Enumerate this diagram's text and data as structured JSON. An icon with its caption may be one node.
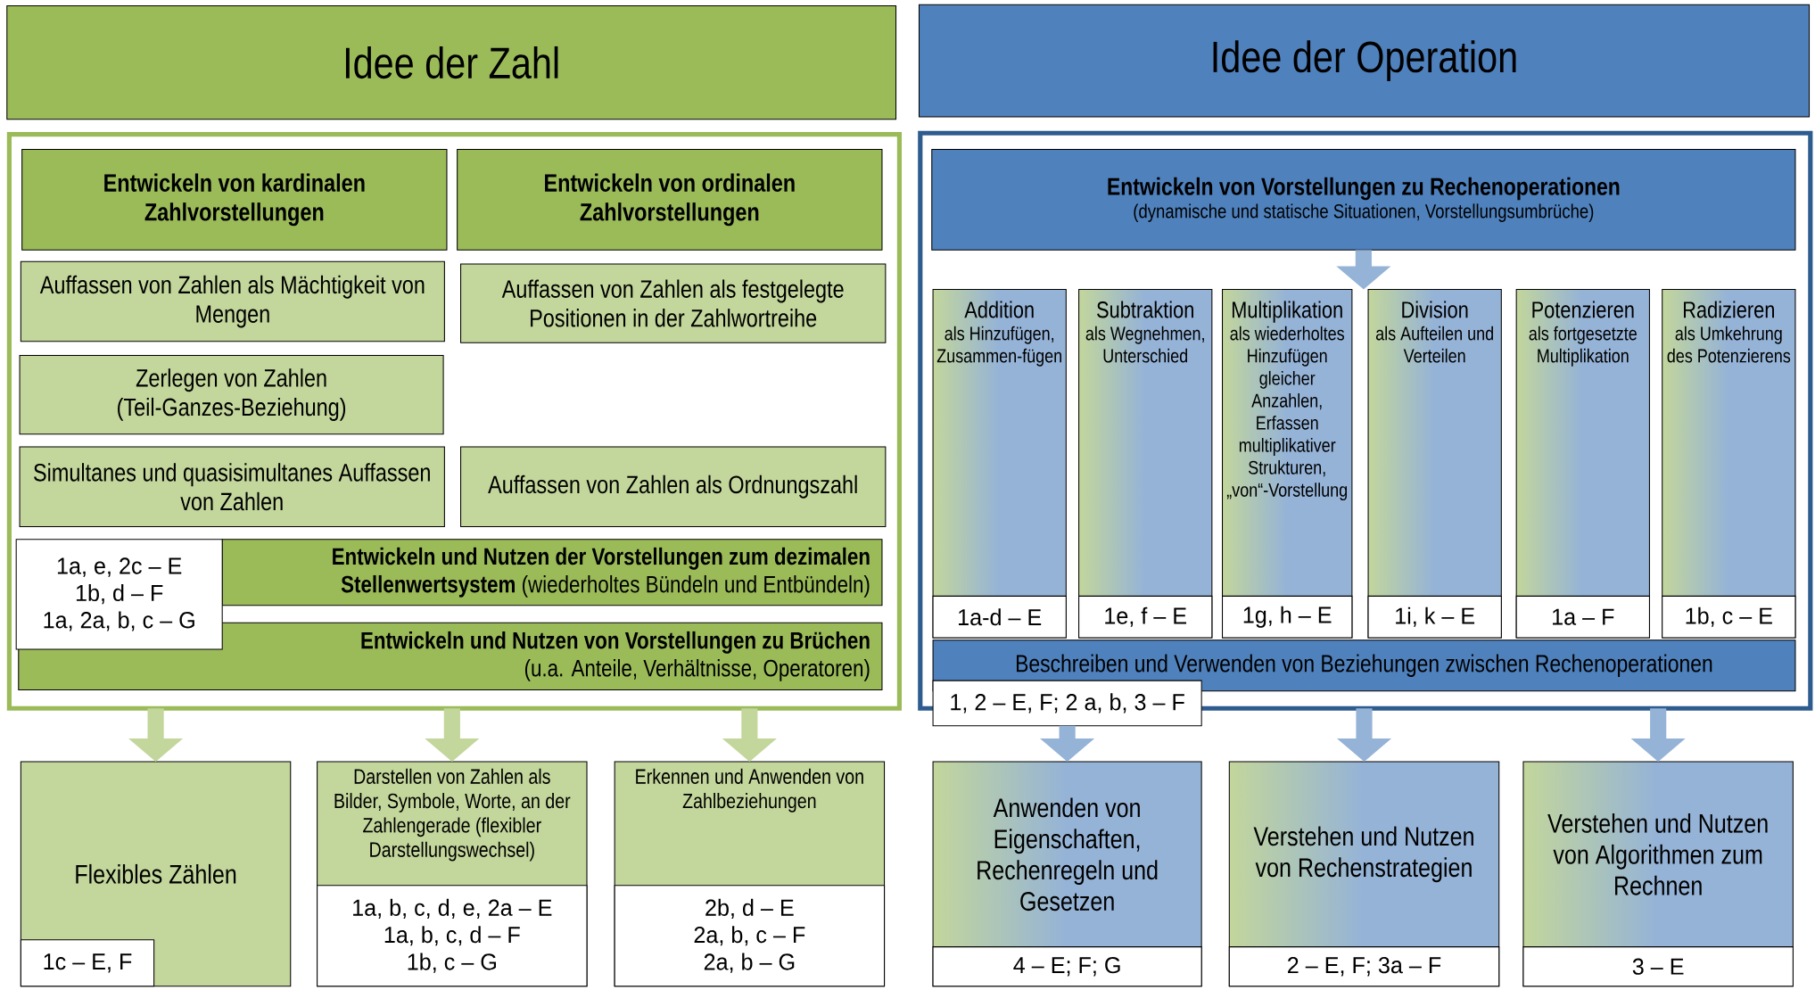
{
  "diagram": {
    "nodes": [
      {
        "text": [
          "Idee der Zahl"
        ]
      },
      {
        "text": [
          "Idee der Operation"
        ]
      },
      {
        "text": [],
        "shape": "box"
      },
      {
        "text": [
          "Entwickeln von kardinalen Zahlvorstellungen"
        ],
        "in": 2
      },
      {
        "text": [
          "Entwickeln von ordinalen Zahlvorstellungen"
        ],
        "in": 2
      },
      {
        "text": [
          "Auffassen von Zahlen als Mächtigkeit von Mengen"
        ],
        "in": 2
      },
      {
        "text": [
          "Auffassen von Zahlen als festgelegte Positionen in der Zahlwortreihe"
        ],
        "in": 2
      },
      {
        "text": [
          "Zerlegen von Zahlen (Teil-Ganzes-Beziehung)"
        ],
        "in": 2
      },
      {
        "text": [
          "Simultanes und quasisimultanes Auffassen von Zahlen"
        ],
        "in": 2
      },
      {
        "text": [
          "Auffassen von Zahlen als Ordnungszahl"
        ],
        "in": 2
      },
      {
        "text": [
          "**Entwickeln und Nutzen der Vorstellungen zum dezimalen Stellenwertsystem** (wiederholtes Bündeln und Entbündeln)"
        ],
        "in": 2
      },
      {
        "text": [
          "Entwickeln und Nutzen von Vorstellungen zu Brüchen",
          "(u.a. Anteile, Verhältnisse, Operatoren)"
        ],
        "in": 2
      },
      {
        "text": [
          "1a, e, 2c – E",
          "1b, d – F",
          "1a, 2a, b, c – G"
        ],
        "in": 2
      },
      {
        "text": [],
        "shape": "box"
      },
      {
        "text": [
          "Entwickeln von Vorstellungen zu Rechenoperationen",
          "(dynamische und statische Situationen, Vorstellungsumbrüche)"
        ],
        "in": 13
      },
      {
        "text": [
          "Addition",
          "als Hinzufügen, Zusammen-fügen"
        ],
        "in": 13
      },
      {
        "text": [
          "1a-d – E"
        ],
        "in": 15
      },
      {
        "text": [
          "Subtraktion",
          "als Wegnehmen, Unterschied"
        ],
        "in": 13
      },
      {
        "text": [
          "1e, f – E"
        ],
        "in": 17
      },
      {
        "text": [
          "Multiplikation",
          "als wiederholtes Hinzufügen gleicher Anzahlen, Erfassen multiplikativer Strukturen, „von“-Vorstellung"
        ],
        "in": 13
      },
      {
        "text": [
          "1g, h – E"
        ],
        "in": 19
      },
      {
        "text": [
          "Division",
          "als Aufteilen und Verteilen"
        ],
        "in": 13
      },
      {
        "text": [
          "1i, k – E"
        ],
        "in": 21
      },
      {
        "text": [
          "Potenzieren",
          "als fortgesetzte Multiplikation"
        ],
        "in": 13
      },
      {
        "text": [
          "1a – F"
        ],
        "in": 23
      },
      {
        "text": [
          "Radizieren",
          "als Umkehrung des Potenzierens"
        ],
        "in": 13
      },
      {
        "text": [
          "1b, c – E"
        ],
        "in": 25
      },
      {
        "text": [
          "Beschreiben und Verwenden von Beziehungen zwischen Rechenoperationen"
        ],
        "in": 13
      },
      {
        "text": [
          "1, 2 – E, F; 2 a, b, 3 – F"
        ]
      },
      {
        "text": [
          "Flexibles Zählen"
        ]
      },
      {
        "text": [
          "1c – E, F"
        ],
        "in": 29
      },
      {
        "text": [
          "Darstellen von Zahlen als Bilder, Symbole, Worte, an der Zahlengerade (flexibler Darstellungswechsel)"
        ]
      },
      {
        "text": [
          "1a, b, c, d, e, 2a – E",
          "1a, b, c, d – F",
          "1b, c – G"
        ],
        "in": 31
      },
      {
        "text": [
          "Erkennen und Anwenden von Zahlbeziehungen"
        ]
      },
      {
        "text": [
          "2b, d – E",
          "2a, b, c – F",
          "2a, b – G"
        ],
        "in": 33
      },
      {
        "text": [
          "Anwenden von Eigenschaften, Rechenregeln und Gesetzen"
        ]
      },
      {
        "text": [
          "4 – E; F; G"
        ],
        "in": 35
      },
      {
        "text": [
          "Verstehen und Nutzen von Rechenstrategien"
        ]
      },
      {
        "text": [
          "2 – E, F; 3a – F"
        ],
        "in": 37
      },
      {
        "text": [
          "Verstehen und Nutzen von Algorithmen zum Rechnen"
        ]
      },
      {
        "text": [
          "3 – E"
        ],
        "in": 39
      }
    ],
    "edges": [
      {
        "from": 14,
        "to": 19,
        "arrow": "to"
      },
      {
        "from": 2,
        "to": 29,
        "arrow": "to",
        "color": "#c3d69b"
      },
      {
        "from": 2,
        "to": 31,
        "arrow": "to",
        "color": "#c3d69b"
      },
      {
        "from": 2,
        "to": 33,
        "arrow": "to",
        "color": "#c3d69b"
      },
      {
        "from": 28,
        "to": 35,
        "arrow": "to"
      },
      {
        "from": 13,
        "to": 37,
        "arrow": "to"
      },
      {
        "from": 13,
        "to": 39,
        "arrow": "to"
      }
    ]
  }
}
